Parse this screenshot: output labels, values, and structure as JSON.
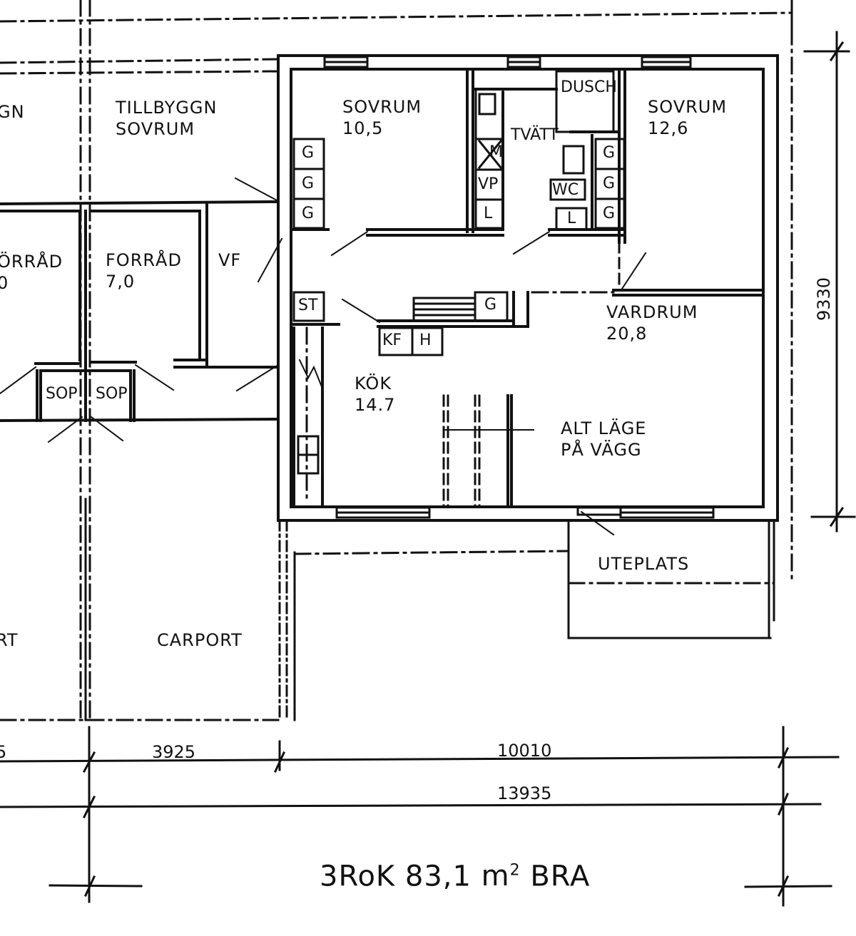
{
  "drawing": {
    "type": "floor plan",
    "summary_label": "3RoK 83,1 m² BRA",
    "summary": {
      "prefix": "3RoK",
      "area": "83,1",
      "unit": "m",
      "unit_sup": "2",
      "suffix": "BRA"
    }
  },
  "rooms": {
    "sovrum_1": {
      "name": "SOVRUM",
      "area": "10,5"
    },
    "sovrum_2": {
      "name": "SOVRUM",
      "area": "12,6"
    },
    "tvatt": {
      "name": "TVÄTT"
    },
    "dusch": {
      "name": "DUSCH"
    },
    "vardrum": {
      "name": "VARDRUM",
      "area": "20,8"
    },
    "kok": {
      "name": "KÖK",
      "area": "14.7"
    },
    "tillbyggn": {
      "line1": "TILLBYGGN",
      "line2": "SOVRUM"
    },
    "tillbyggn_partial": {
      "name": "GN"
    },
    "forrad": {
      "name": "FORRÅD",
      "area": "7,0"
    },
    "forrad_partial": {
      "name": "ÖRRÅD",
      "area": "0"
    },
    "vf": {
      "name": "VF"
    },
    "sop_1": {
      "name": "SOP"
    },
    "sop_2": {
      "name": "SOP"
    },
    "carport": {
      "name": "CARPORT"
    },
    "carport_partial": {
      "name": "RT"
    },
    "uteplats": {
      "name": "UTEPLATS"
    },
    "alt_lage": {
      "line1": "ALT  LÄGE",
      "line2": "PÅ  VÄGG"
    }
  },
  "fixtures": {
    "wardrobe": "G",
    "stad": "ST",
    "kyl_frys": "KF",
    "hylla": "H",
    "tvattmaskin": "M",
    "varmepump": "VP",
    "linneskap": "L",
    "wc": "WC"
  },
  "dimensions": {
    "partial_left": "5",
    "carport_width": "3925",
    "house_width": "10010",
    "total_width": "13935",
    "house_depth": "9330"
  }
}
